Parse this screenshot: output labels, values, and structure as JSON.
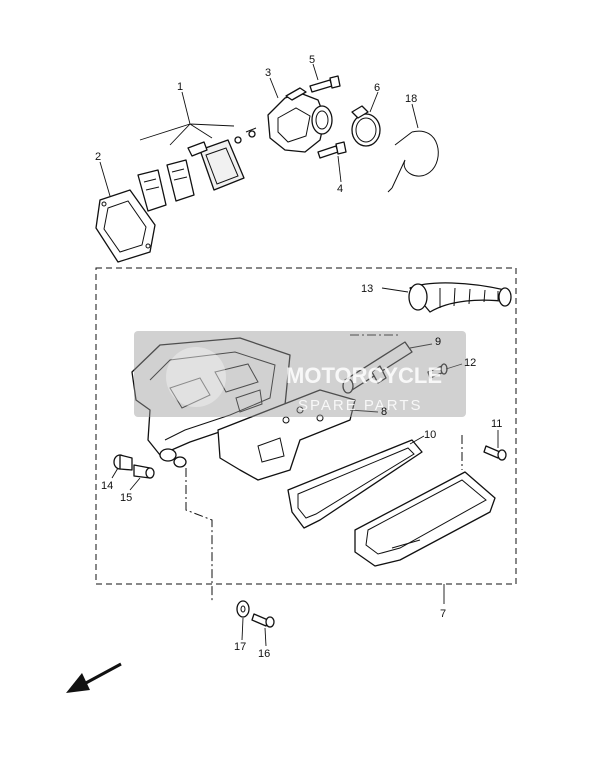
{
  "diagram": {
    "callouts": {
      "c1": "1",
      "c2": "2",
      "c3": "3",
      "c4": "4",
      "c5": "5",
      "c6": "6",
      "c7": "7",
      "c8": "8",
      "c9": "9",
      "c10": "10",
      "c11": "11",
      "c12": "12",
      "c13": "13",
      "c14": "14",
      "c15": "15",
      "c16": "16",
      "c17": "17",
      "c18": "18"
    },
    "watermark": {
      "title": "MOTORCYCLE",
      "subtitle": "SPARE PARTS"
    },
    "colors": {
      "line": "#111111",
      "watermark": "#9a9a9a"
    },
    "icons": {
      "direction": "arrow-down-left-icon"
    }
  }
}
